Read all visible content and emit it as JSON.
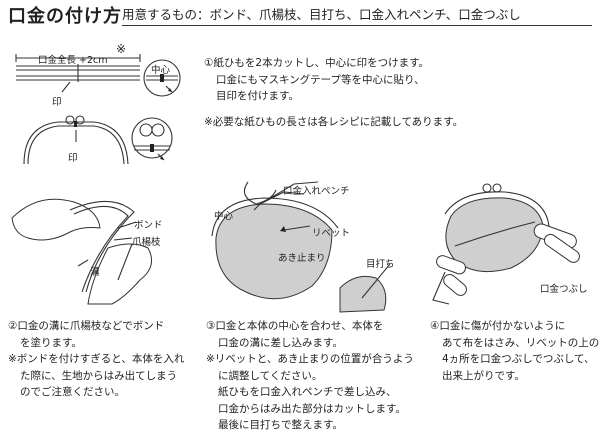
{
  "header": {
    "title": "口金の付け方",
    "materials": "用意するもの：ボンド、爪楊枝、目打ち、口金入れペンチ、口金つぶし"
  },
  "step1": {
    "text_line1": "①紙ひもを2本カットし、中心に印をつけます。",
    "text_line2": "口金にもマスキングテープ等を中心に貼り、",
    "text_line3": "目印を付けます。",
    "note": "※必要な紙ひもの長さは各レシピに記載してあります。",
    "label_length": "口金全長 +2cm",
    "label_note_mark": "※",
    "label_center": "中心",
    "label_mark": "印",
    "label_mark2": "印"
  },
  "step2": {
    "lines": [
      "②口金の溝に爪楊枝などでボンド",
      "を塗ります。",
      "※ボンドを付けすぎると、本体を入れ",
      "た際に、生地からはみ出てしまう",
      "のでご注意ください。"
    ],
    "label_bond": "ボンド",
    "label_toothpick": "爪楊枝",
    "label_groove": "溝"
  },
  "step3": {
    "lines": [
      "③口金と本体の中心を合わせ、本体を",
      "口金の溝に差し込みます。",
      "※リベットと、あき止まりの位置が合うよう",
      "に調整してください。",
      "紙ひもを口金入れペンチで差し込み、",
      "口金からはみ出た部分はカットします。",
      "最後に目打ちで整えます。"
    ],
    "label_pliers": "口金入れペンチ",
    "label_center": "中心",
    "label_rivet": "リベット",
    "label_stop": "あき止まり",
    "label_awl": "目打ち"
  },
  "step4": {
    "lines": [
      "④口金に傷が付かないように",
      "あて布をはさみ、リベットの上の",
      "4ヵ所を口金つぶしでつぶして、",
      "出来上がりです。"
    ],
    "label_crusher": "口金つぶし"
  }
}
